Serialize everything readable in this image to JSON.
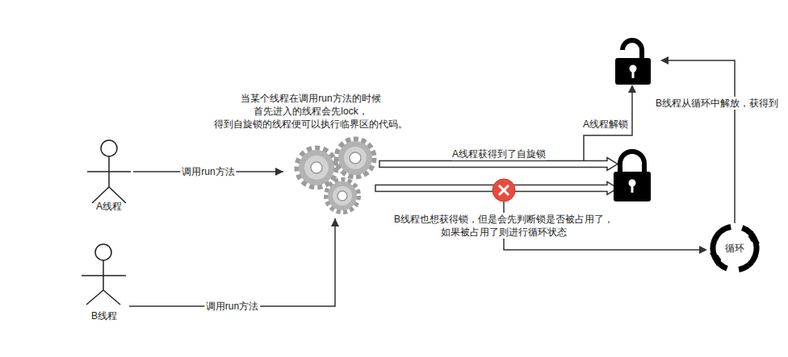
{
  "diagram": {
    "nodes": [
      {
        "text": [
          "A线程"
        ]
      },
      {
        "text": [
          "B线程"
        ]
      },
      {
        "text": [
          "当某个线程在调用run方法的时候 首先进入的线程会先lock， 得到自旋锁的线程便可以执行临界区的代码。"
        ]
      },
      {
        "text": [
          "循环"
        ]
      }
    ],
    "edges": [
      {
        "from": 0,
        "to": 2,
        "label": "调用run方法",
        "arrow": "to"
      },
      {
        "from": 1,
        "to": 2,
        "label": "调用run方法",
        "arrow": "to"
      }
    ],
    "labels": [
      "A线程获得到了自旋锁",
      "A线程解锁",
      "B线程也想获得锁，但是会先判断锁是否被占用了，如果被占用了则进行循环状态",
      "B线程从循环中解放，获得到"
    ]
  }
}
